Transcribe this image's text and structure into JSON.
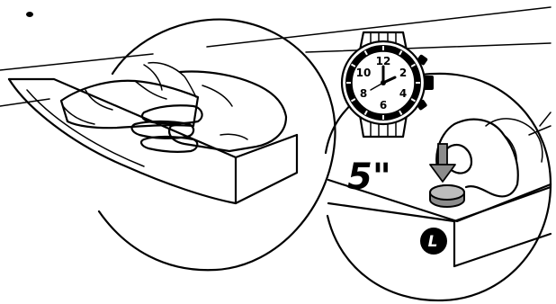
{
  "instruction": {
    "hold_time": "5\"",
    "side_badge": "L"
  },
  "watch": {
    "dial_numbers": [
      "12",
      "2",
      "4",
      "6",
      "8",
      "10"
    ]
  },
  "colors": {
    "ink": "#000000",
    "background": "#ffffff",
    "button_fill": "#8c8c8c"
  },
  "icons": [
    "hand-wiping-icon",
    "cloth-icon",
    "wristwatch-icon",
    "pressing-finger-icon",
    "down-arrow-icon",
    "button-icon",
    "side-badge-icon"
  ]
}
